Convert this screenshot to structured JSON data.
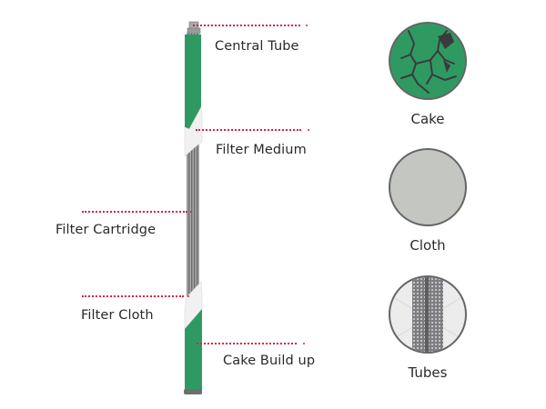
{
  "diagram": {
    "title": "Filter cartridge components",
    "callouts": [
      {
        "id": "central-tube",
        "label": "Central Tube"
      },
      {
        "id": "filter-medium",
        "label": "Filter Medium"
      },
      {
        "id": "filter-cartridge",
        "label": "Filter Cartridge"
      },
      {
        "id": "filter-cloth",
        "label": "Filter Cloth"
      },
      {
        "id": "cake-build-up",
        "label": "Cake Build up"
      }
    ],
    "swatches": [
      {
        "id": "cake",
        "label": "Cake",
        "color": "#2e9a62"
      },
      {
        "id": "cloth",
        "label": "Cloth",
        "color": "#c4c6c1"
      },
      {
        "id": "tubes",
        "label": "Tubes",
        "color": "#8a8a8a"
      }
    ],
    "colors": {
      "leader": "#d6224a",
      "cake_green": "#2e9a62",
      "cloth_white": "#f2f2f2",
      "tube_grey": "#8c8c8c"
    }
  }
}
